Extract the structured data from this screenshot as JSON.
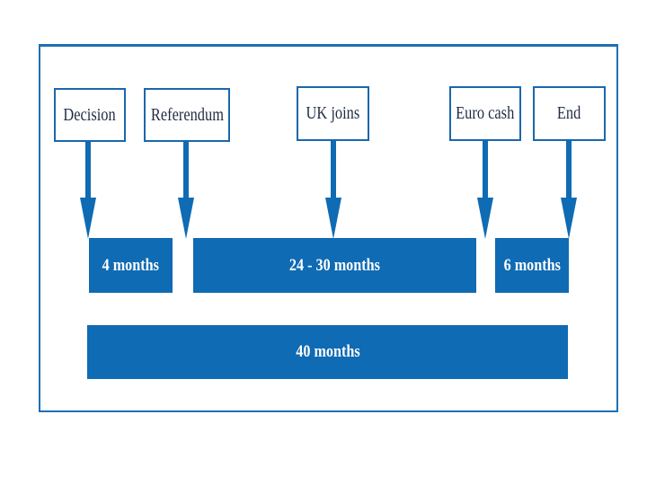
{
  "events": [
    {
      "label": "Decision"
    },
    {
      "label": "Referendum"
    },
    {
      "label": "UK joins"
    },
    {
      "label": "Euro cash"
    },
    {
      "label": "End"
    }
  ],
  "periods": [
    {
      "label": "4 months"
    },
    {
      "label": "24 - 30 months"
    },
    {
      "label": "6 months"
    }
  ],
  "total": {
    "label": "40 months"
  },
  "colors": {
    "accent": "#0f6bb3",
    "border": "#1a67ad",
    "text": "#1f2b44"
  }
}
